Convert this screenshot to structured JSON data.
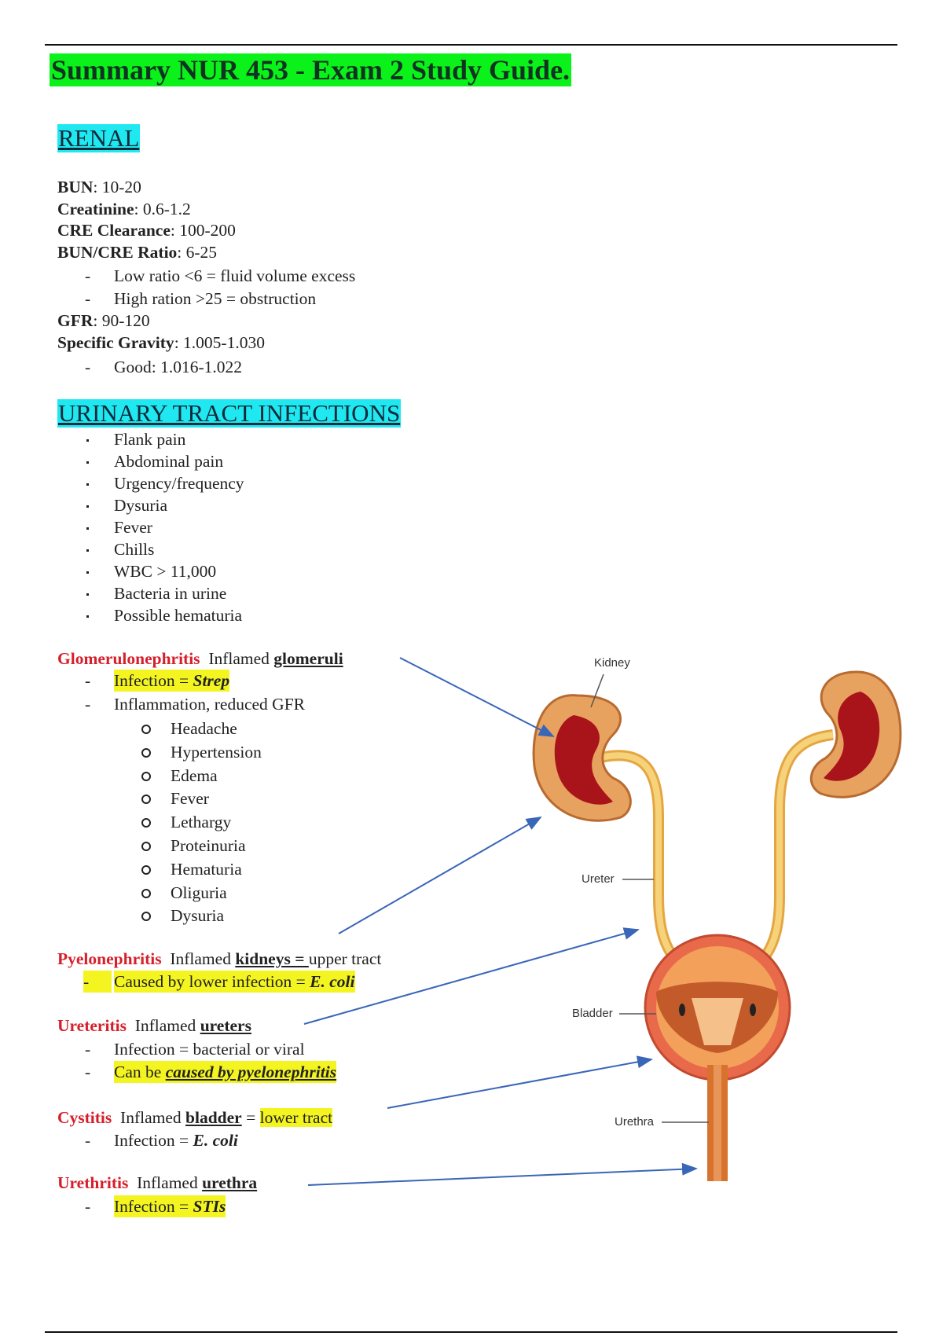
{
  "title": "Summary NUR 453 - Exam 2 Study Guide.",
  "renal": {
    "heading": "RENAL",
    "labs": [
      {
        "label": "BUN",
        "value": ": 10-20"
      },
      {
        "label": "Creatinine",
        "value": ": 0.6-1.2"
      },
      {
        "label": "CRE Clearance",
        "value": ": 100-200"
      },
      {
        "label": "BUN/CRE Ratio",
        "value": ": 6-25"
      }
    ],
    "ratio_notes": [
      "Low ratio <6 = fluid volume excess",
      "High ration >25 = obstruction"
    ],
    "gfr": {
      "label": "GFR",
      "value": ": 90-120"
    },
    "sg": {
      "label": "Specific Gravity",
      "value": ": 1.005-1.030"
    },
    "sg_note": "Good: 1.016-1.022"
  },
  "uti": {
    "heading": "URINARY TRACT INFECTIONS",
    "symptoms": [
      "Flank pain",
      "Abdominal pain",
      "Urgency/frequency",
      "Dysuria",
      "Fever",
      "Chills",
      "WBC > 11,000",
      "Bacteria in urine",
      "Possible hematuria"
    ]
  },
  "glomerulonephritis": {
    "name": "Glomerulonephritis",
    "desc": "Inflamed ",
    "organ": "glomeruli",
    "infection": "Infection = ",
    "cause": "Strep",
    "note": "Inflammation, reduced GFR",
    "signs": [
      "Headache",
      "Hypertension",
      "Edema",
      "Fever",
      "Lethargy",
      "Proteinuria",
      "Hematuria",
      "Oliguria",
      "Dysuria"
    ]
  },
  "pyelonephritis": {
    "name": "Pyelonephritis",
    "desc": "Inflamed ",
    "organ": "kidneys = ",
    "tract": "upper tract",
    "note": "Caused by lower infection = ",
    "cause": "E. coli"
  },
  "ureteritis": {
    "name": "Ureteritis",
    "desc": "Inflamed ",
    "organ": "ureters",
    "note1": "Infection = bacterial or viral",
    "note2_prefix": "Can be ",
    "note2": "caused by pyelonephritis"
  },
  "cystitis": {
    "name": "Cystitis",
    "desc": "Inflamed ",
    "organ": "bladder",
    "eq": " = ",
    "tract": "lower tract",
    "infection": "Infection = ",
    "cause": "E. coli"
  },
  "urethritis": {
    "name": "Urethritis",
    "desc": "Inflamed ",
    "organ": "urethra",
    "infection": "Infection = ",
    "cause": "STIs"
  },
  "diagram": {
    "labels": {
      "kidney": "Kidney",
      "ureter": "Ureter",
      "bladder": "Bladder",
      "urethra": "Urethra"
    },
    "arrow_color": "#3a66b8"
  }
}
